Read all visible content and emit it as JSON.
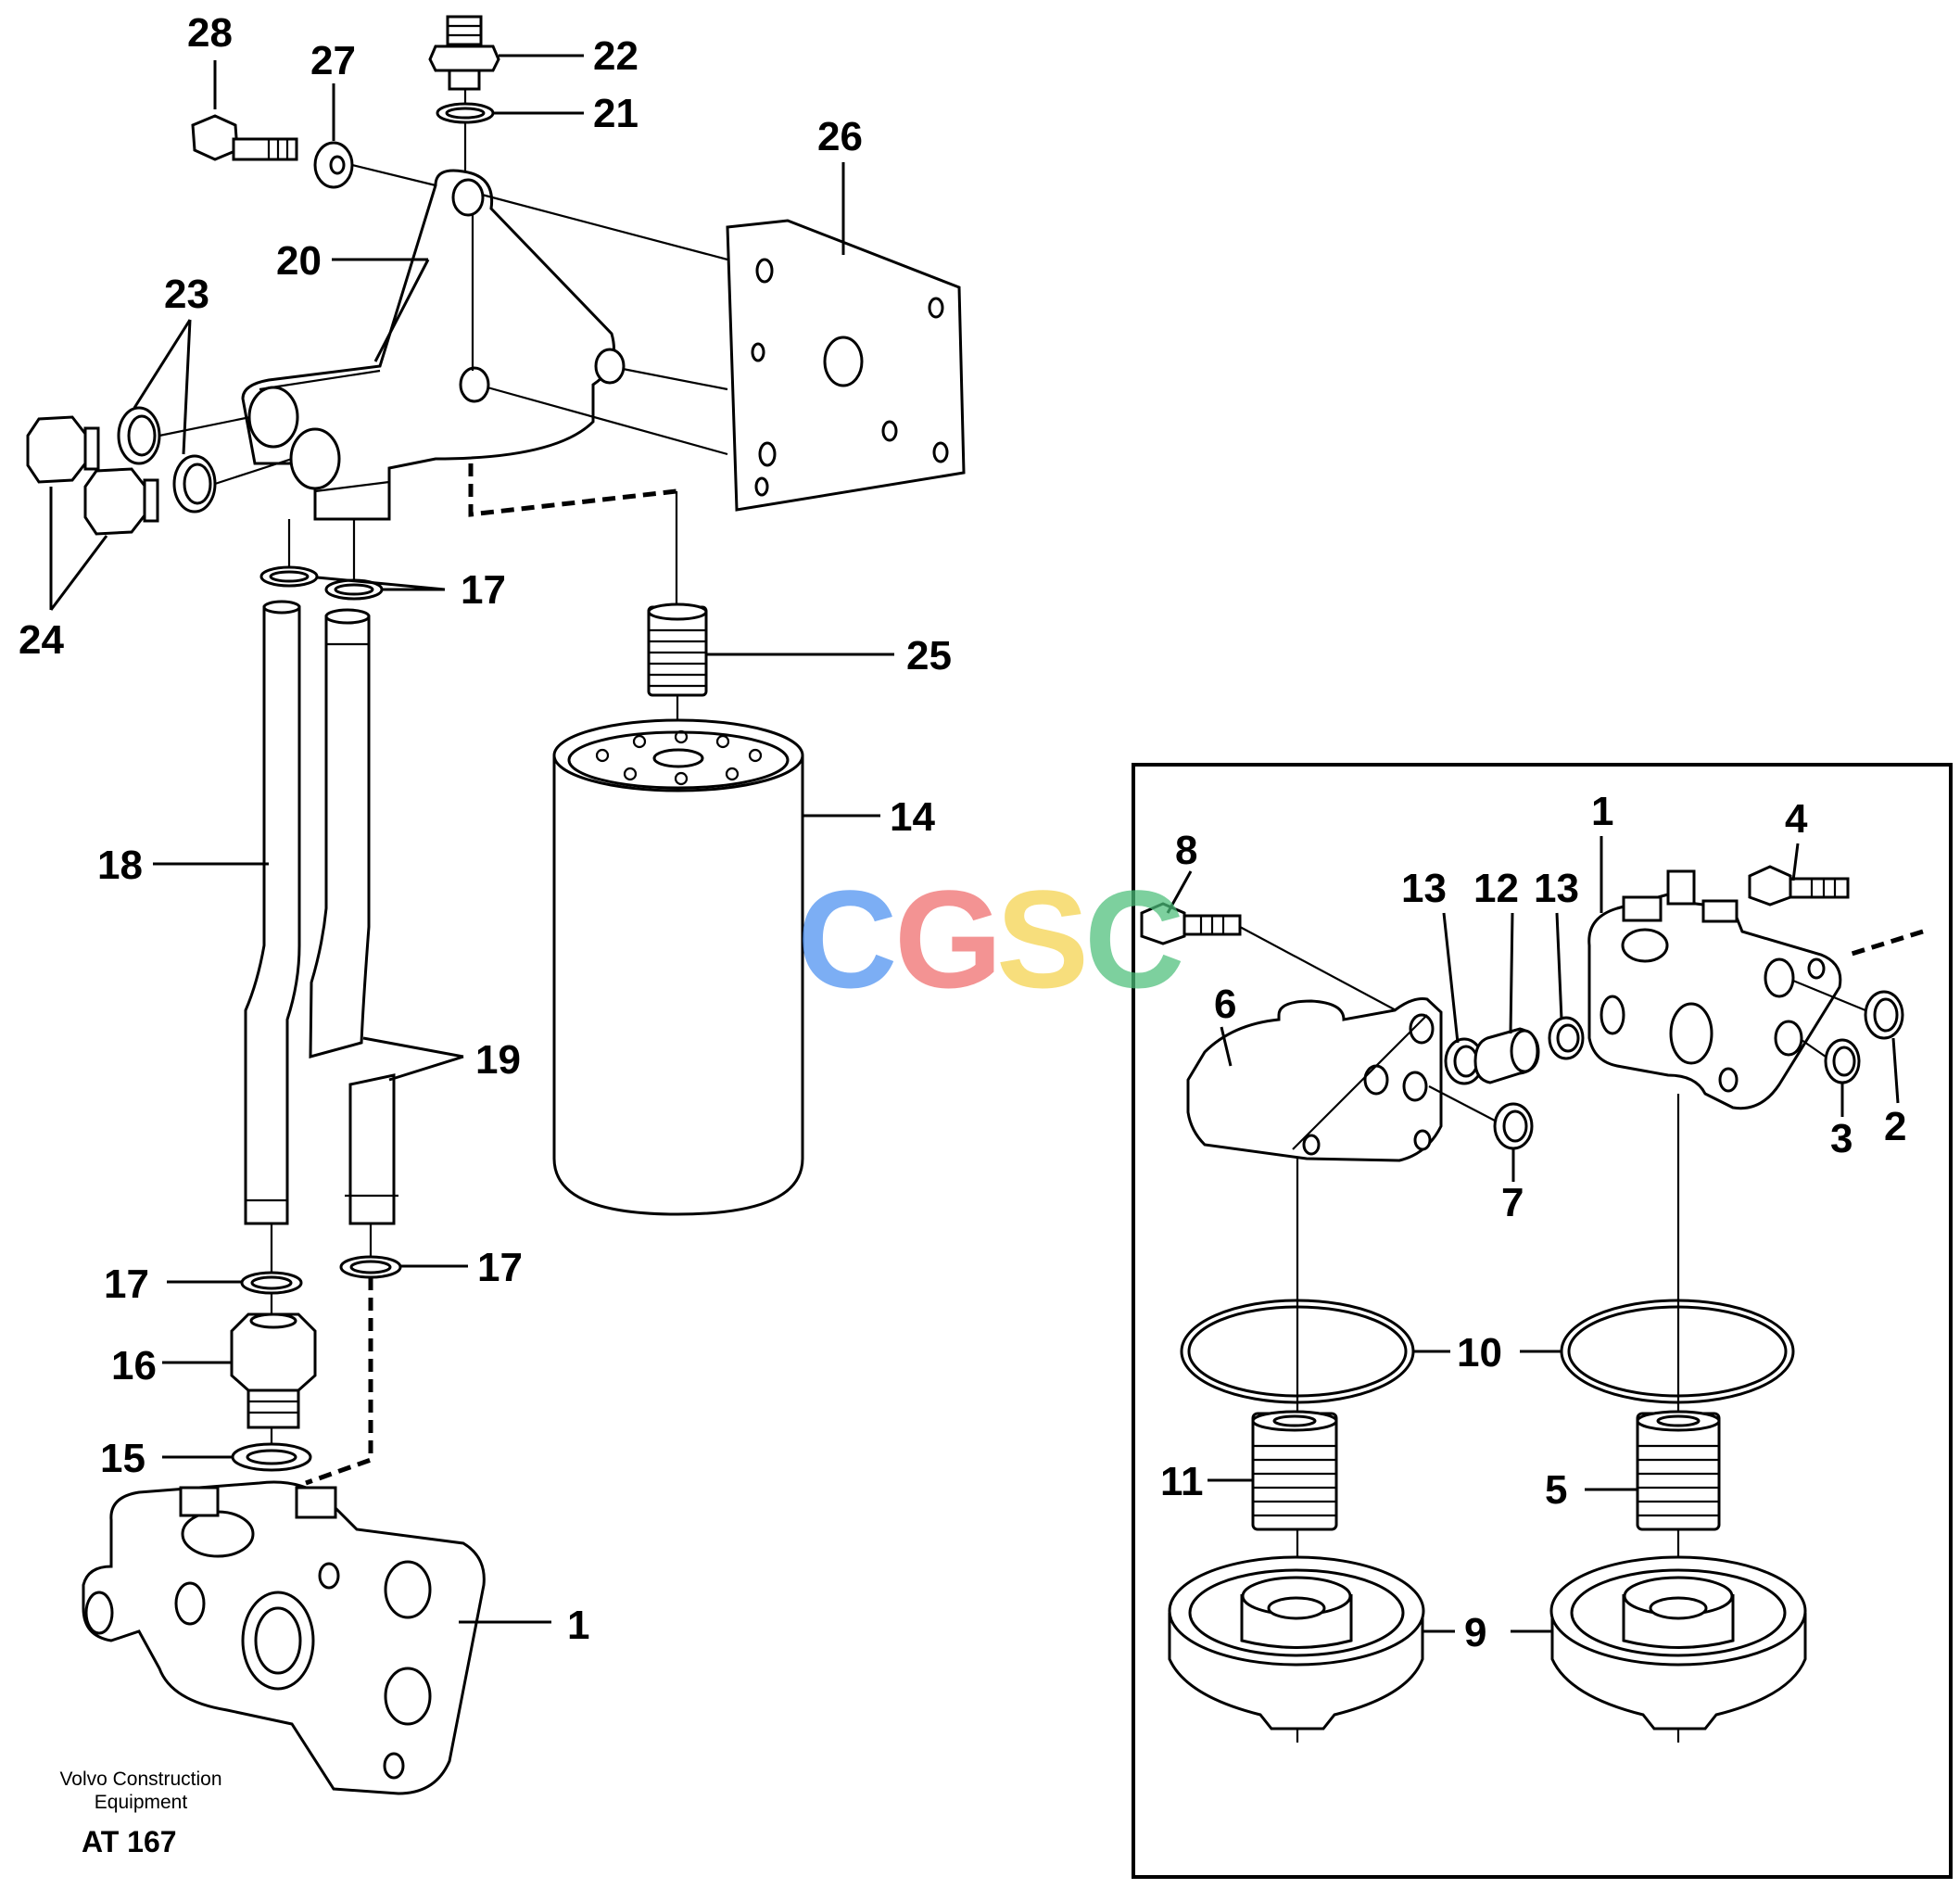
{
  "callouts": {
    "c28": "28",
    "c27": "27",
    "c22": "22",
    "c21": "21",
    "c26": "26",
    "c20": "20",
    "c23": "23",
    "c24": "24",
    "c17a": "17",
    "c25": "25",
    "c14": "14",
    "c18": "18",
    "c19": "19",
    "c17b": "17",
    "c17c": "17",
    "c16": "16",
    "c15": "15",
    "c1a": "1",
    "c8": "8",
    "c1b": "1",
    "c4": "4",
    "c13a": "13",
    "c12": "12",
    "c13b": "13",
    "c6": "6",
    "c7": "7",
    "c3": "3",
    "c2": "2",
    "c10": "10",
    "c11": "11",
    "c5": "5",
    "c9": "9"
  },
  "footer": {
    "maker_line1": "Volvo Construction",
    "maker_line2": "Equipment",
    "code": "AT 167"
  },
  "watermark": {
    "letters": [
      "C",
      "G",
      "S",
      "C"
    ],
    "colors": [
      "#4a8ff0",
      "#ef6a6a",
      "#f5d24a",
      "#4cbf7a"
    ]
  }
}
